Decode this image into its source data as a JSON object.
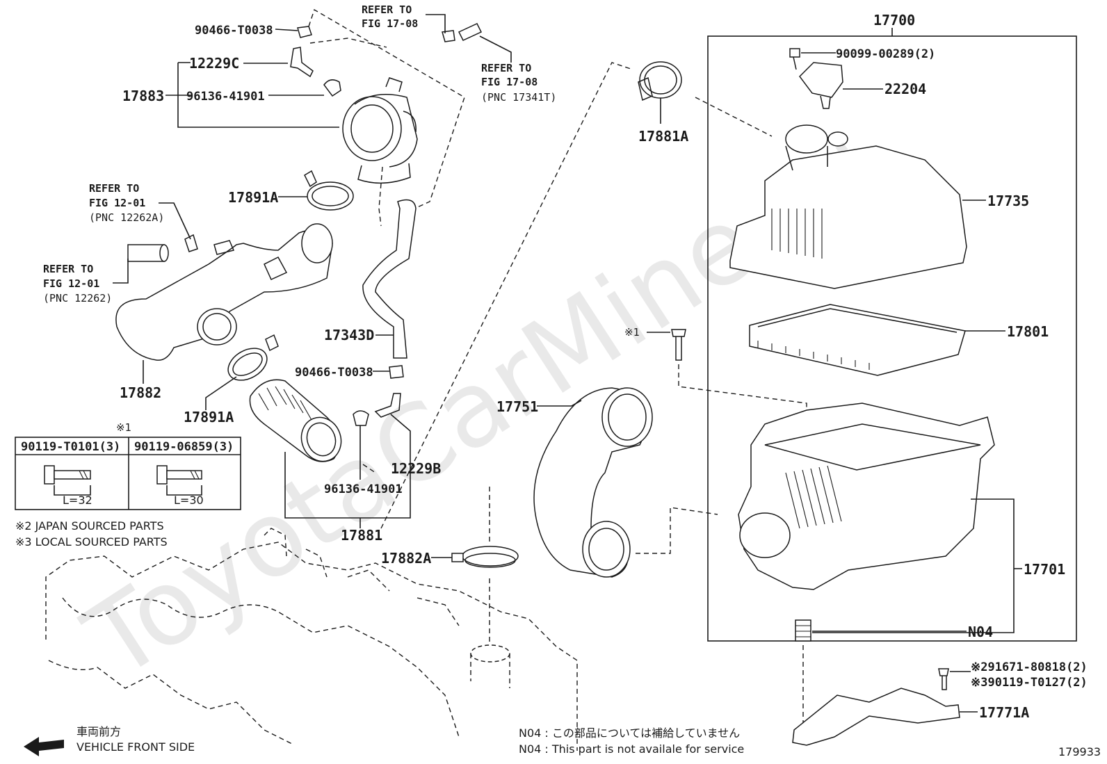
{
  "watermark": "ToyotaCarMine.ru",
  "parts": {
    "p90466_top": "90466-T0038",
    "p12229c": "12229C",
    "p17883": "17883",
    "p96136_top": "96136-41901",
    "p17891a_top": "17891A",
    "p17882": "17882",
    "p17891a_bot": "17891A",
    "p17343d": "17343D",
    "p90466_mid": "90466-T0038",
    "p12229b": "12229B",
    "p96136_bot": "96136-41901",
    "p17881": "17881",
    "p17882a": "17882A",
    "p17751": "17751",
    "p17881a": "17881A",
    "p17700": "17700",
    "p90099": "90099-00289(2)",
    "p22204": "22204",
    "p17735": "17735",
    "p17801": "17801",
    "p17701": "17701",
    "pn04": "N04",
    "p291671": "※291671-80818(2)",
    "p390119": "※390119-T0127(2)",
    "p17771a": "17771A",
    "star1": "※1"
  },
  "refs": {
    "r1_line1": "REFER TO",
    "r1_line2": "FIG 17-08",
    "r2_line1": "REFER TO",
    "r2_line2": "FIG 17-08",
    "r2_line3": "(PNC 17341T)",
    "r3_line1": "REFER TO",
    "r3_line2": "FIG 12-01",
    "r3_line3": "(PNC 12262A)",
    "r4_line1": "REFER TO",
    "r4_line2": "FIG 12-01",
    "r4_line3": "(PNC 12262)"
  },
  "bolt_table": {
    "title": "※1",
    "col1_header": "90119-T0101(3)",
    "col2_header": "90119-06859(3)",
    "col1_length": "L=32",
    "col2_length": "L=30"
  },
  "notes": {
    "japan": "※2 JAPAN SOURCED PARTS",
    "local": "※3 LOCAL SOURCED PARTS",
    "front_jp": "車両前方",
    "front_en": "VEHICLE FRONT SIDE",
    "n04_jp": "N04 : この部品については補給していません",
    "n04_en": "N04 : This part is not availale for service",
    "figure_no": "179933"
  }
}
